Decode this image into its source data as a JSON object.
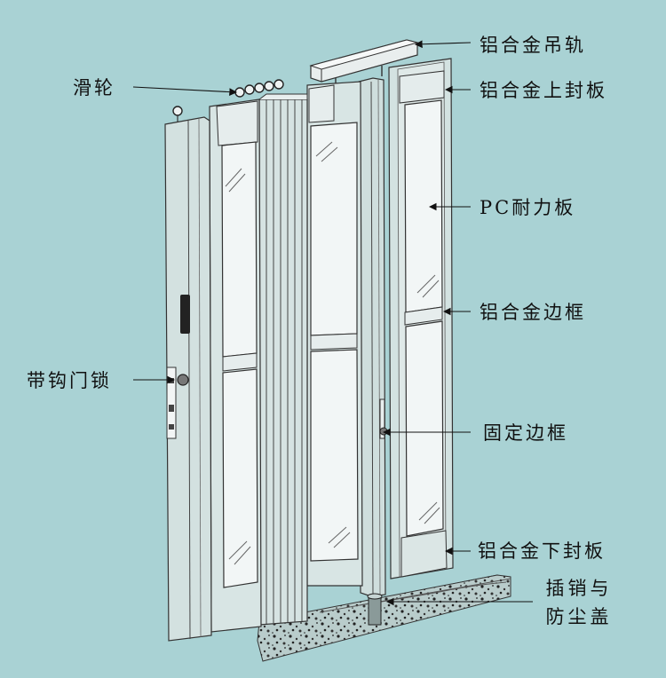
{
  "background_color": "#a9d2d4",
  "labels": {
    "hanging_rail": "铝合金吊轨",
    "pulley": "滑轮",
    "top_seal_plate": "铝合金上封板",
    "pc_panel": "PC耐力板",
    "side_frame": "铝合金边框",
    "hook_lock": "带钩门锁",
    "fixed_frame": "固定边框",
    "bottom_seal_plate": "铝合金下封板",
    "bolt_and_dust_cover_line1": "插销与",
    "bolt_and_dust_cover_line2": "防尘盖"
  }
}
